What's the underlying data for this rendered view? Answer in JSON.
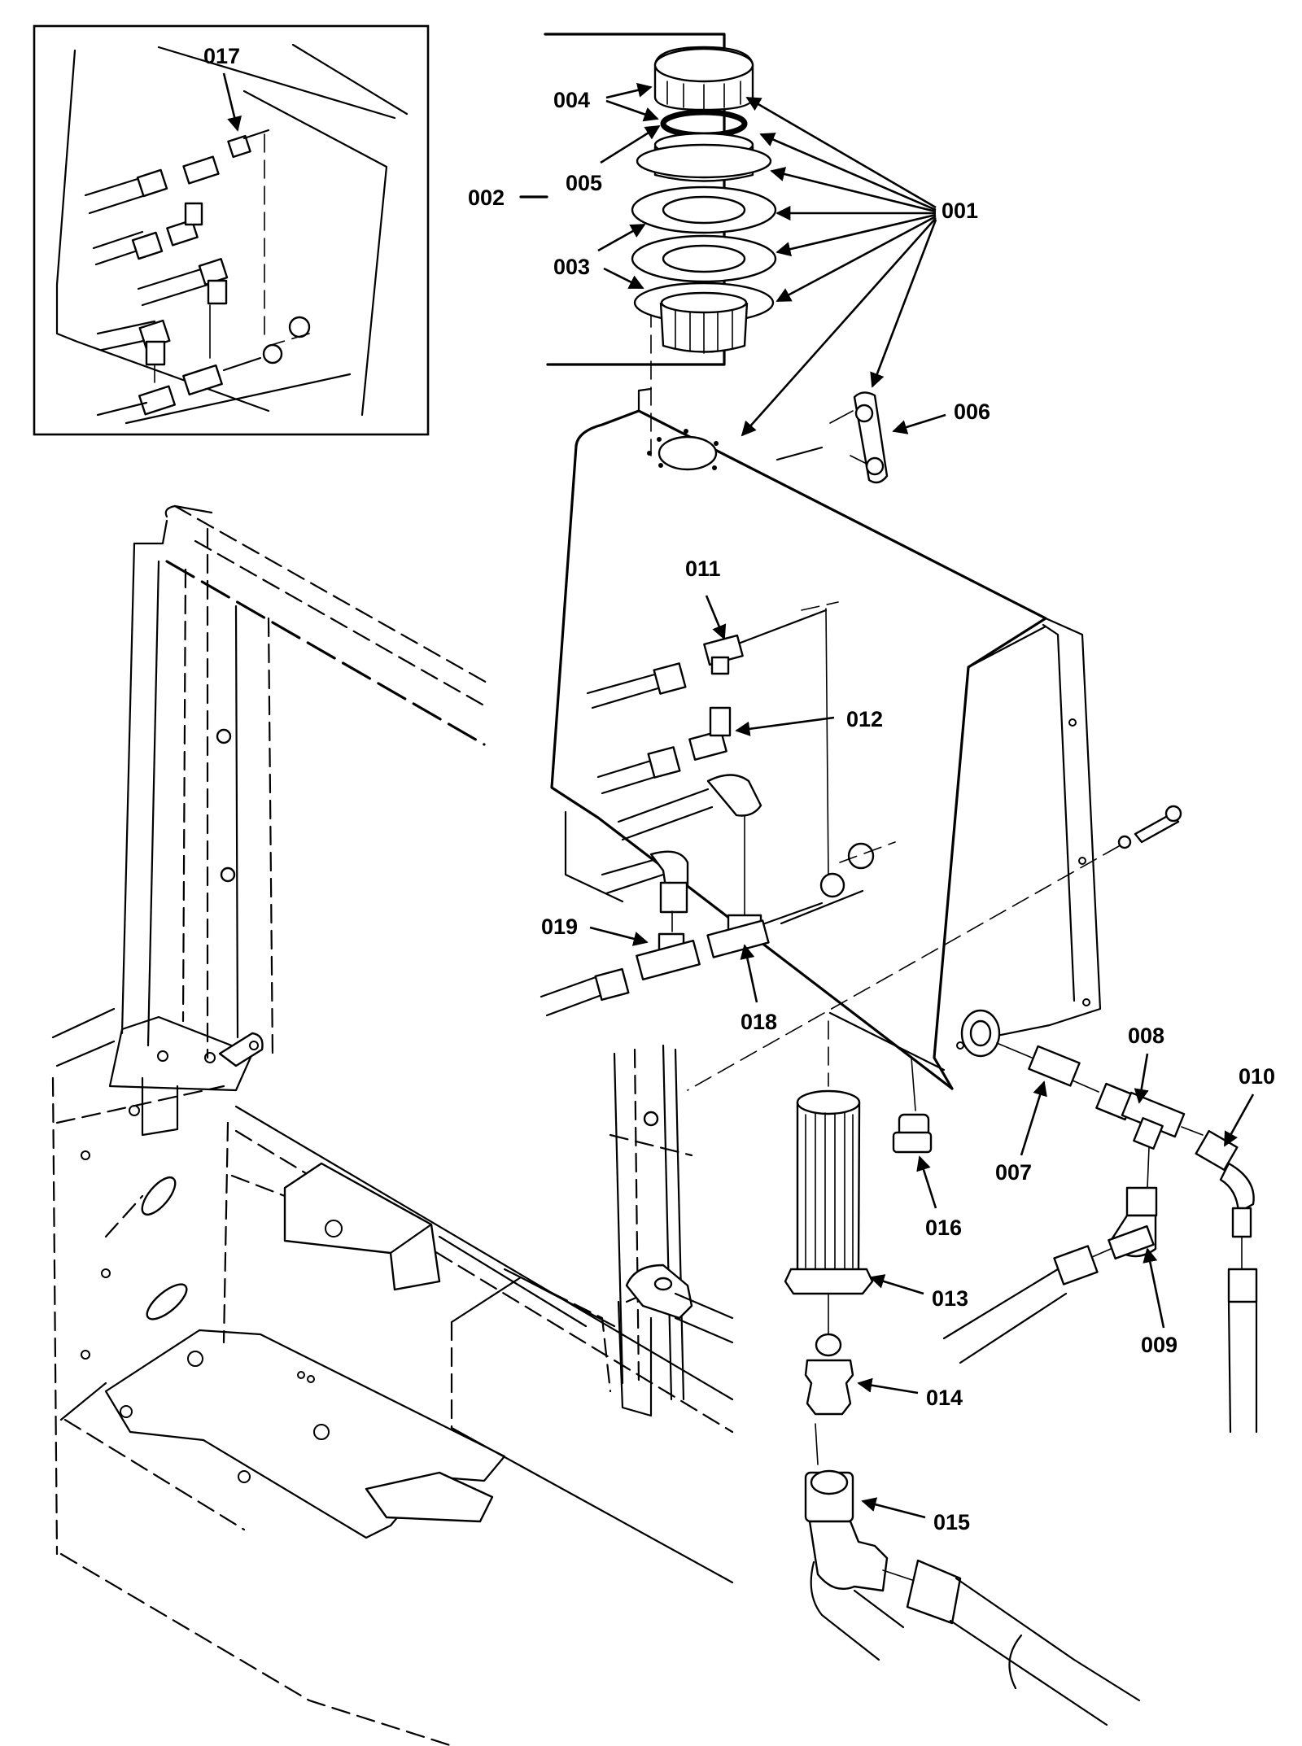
{
  "callouts": {
    "c001": "001",
    "c002": "002",
    "c003": "003",
    "c004": "004",
    "c005": "005",
    "c006": "006",
    "c007": "007",
    "c008": "008",
    "c009": "009",
    "c010": "010",
    "c011": "011",
    "c012": "012",
    "c013": "013",
    "c014": "014",
    "c015": "015",
    "c016": "016",
    "c017": "017",
    "c018": "018",
    "c019": "019"
  }
}
